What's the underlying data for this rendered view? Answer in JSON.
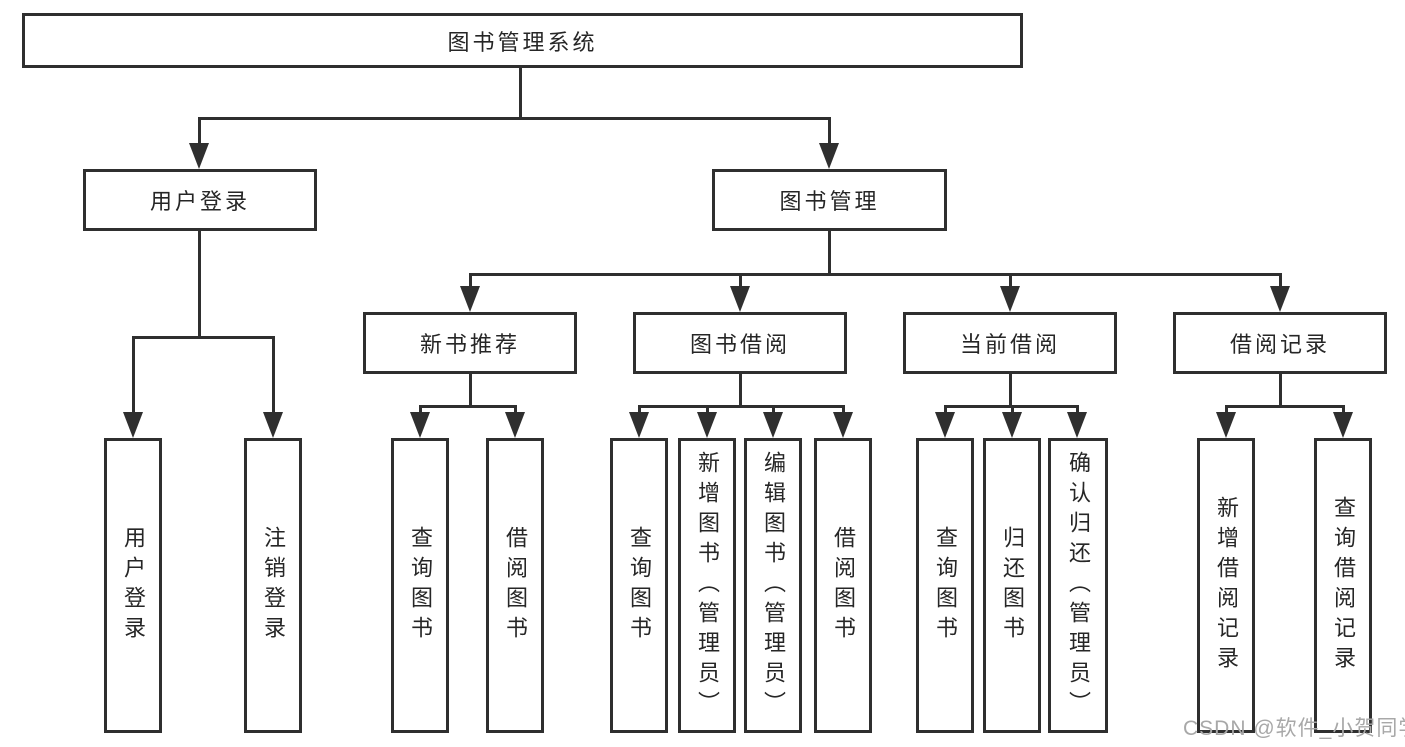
{
  "diagram": {
    "title_node": "图书管理系统",
    "nodes": {
      "root": {
        "label": "图书管理系统"
      },
      "userLogin": {
        "label": "用户登录"
      },
      "bookMgmt": {
        "label": "图书管理"
      },
      "newBookRec": {
        "label": "新书推荐"
      },
      "bookBorrow": {
        "label": "图书借阅"
      },
      "currentBorrow": {
        "label": "当前借阅"
      },
      "borrowRecords": {
        "label": "借阅记录"
      },
      "leafUserLogin": {
        "label": "用户登录"
      },
      "leafLogout": {
        "label": "注销登录"
      },
      "leafQueryBooksRec": {
        "label": "查询图书"
      },
      "leafBorrowBooksRec": {
        "label": "借阅图书"
      },
      "leafQueryBooksBorrow": {
        "label": "查询图书"
      },
      "leafAddBooks": {
        "label": "新增图书（管理员）"
      },
      "leafEditBooks": {
        "label": "编辑图书（管理员）"
      },
      "leafBorrowBooksBorrow": {
        "label": "借阅图书"
      },
      "leafQueryBooksCurrent": {
        "label": "查询图书"
      },
      "leafReturnBooks": {
        "label": "归还图书"
      },
      "leafConfirmReturn": {
        "label": "确认归还（管理员）"
      },
      "leafAddBorrowRecord": {
        "label": "新增借阅记录"
      },
      "leafQueryBorrowRecord": {
        "label": "查询借阅记录"
      }
    },
    "colors": {
      "line": "#2f2f2f",
      "text": "#262626",
      "background": "#ffffff",
      "watermark": "#a8a8a8"
    }
  },
  "watermark": {
    "text": "CSDN @软件_小贺同学"
  }
}
